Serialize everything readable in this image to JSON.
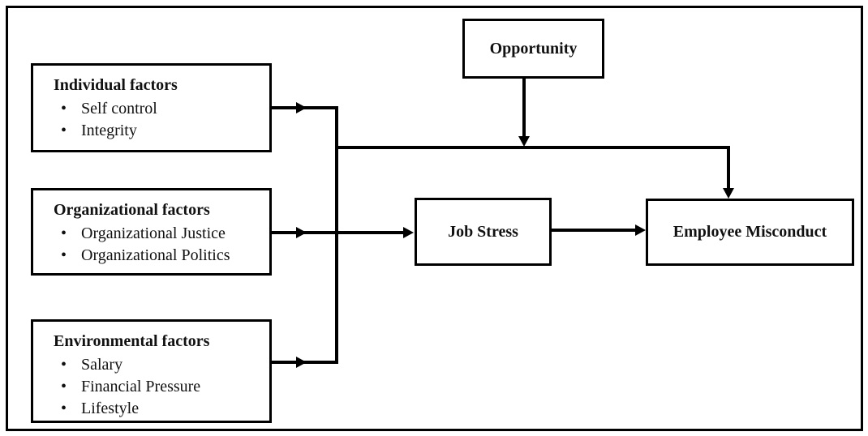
{
  "figure": {
    "boxes": {
      "opportunity": {
        "title": "Opportunity"
      },
      "individual": {
        "title": "Individual factors",
        "items": [
          "Self control",
          "Integrity"
        ]
      },
      "organizational": {
        "title": "Organizational factors",
        "items": [
          "Organizational Justice",
          "Organizational Politics"
        ]
      },
      "environmental": {
        "title": "Environmental factors",
        "items": [
          "Salary",
          "Financial Pressure",
          "Lifestyle"
        ]
      },
      "job_stress": {
        "title": "Job Stress"
      },
      "employee_misconduct": {
        "title": "Employee Misconduct"
      }
    },
    "colors": {
      "line": "#000000",
      "background": "#ffffff",
      "text": "#111111"
    }
  }
}
